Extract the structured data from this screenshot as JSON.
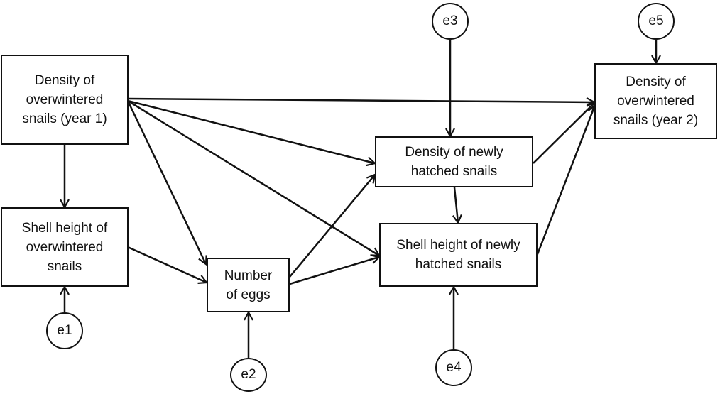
{
  "nodes": {
    "density_year1": "Density of\noverwintered\nsnails (year 1)",
    "shell_height_overwintered": "Shell height of\noverwintered\nsnails",
    "number_of_eggs": "Number\nof eggs",
    "density_newly_hatched": "Density of  newly\nhatched snails",
    "shell_height_newly_hatched": "Shell height of newly\nhatched snails",
    "density_year2": "Density of\noverwintered\nsnails (year 2)"
  },
  "errors": {
    "e1": "e1",
    "e2": "e2",
    "e3": "e3",
    "e4": "e4",
    "e5": "e5"
  },
  "edges": [
    {
      "from": "density_year1",
      "to": "shell_height_overwintered"
    },
    {
      "from": "density_year1",
      "to": "number_of_eggs"
    },
    {
      "from": "density_year1",
      "to": "density_newly_hatched"
    },
    {
      "from": "density_year1",
      "to": "shell_height_newly_hatched"
    },
    {
      "from": "density_year1",
      "to": "density_year2"
    },
    {
      "from": "shell_height_overwintered",
      "to": "number_of_eggs"
    },
    {
      "from": "number_of_eggs",
      "to": "density_newly_hatched"
    },
    {
      "from": "number_of_eggs",
      "to": "shell_height_newly_hatched"
    },
    {
      "from": "density_newly_hatched",
      "to": "shell_height_newly_hatched"
    },
    {
      "from": "density_newly_hatched",
      "to": "density_year2"
    },
    {
      "from": "shell_height_newly_hatched",
      "to": "density_year2"
    },
    {
      "from": "e1",
      "to": "shell_height_overwintered"
    },
    {
      "from": "e2",
      "to": "number_of_eggs"
    },
    {
      "from": "e3",
      "to": "density_newly_hatched"
    },
    {
      "from": "e4",
      "to": "shell_height_newly_hatched"
    },
    {
      "from": "e5",
      "to": "density_year2"
    }
  ]
}
